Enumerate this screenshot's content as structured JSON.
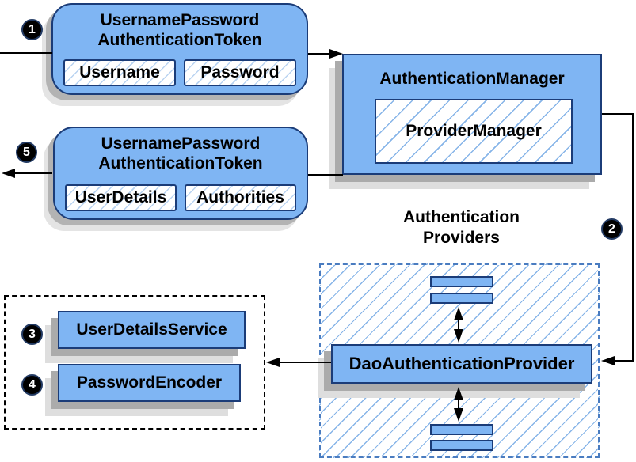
{
  "diagram": {
    "step_labels": [
      "1",
      "2",
      "3",
      "4",
      "5"
    ],
    "request_token": {
      "title_line1": "UsernamePassword",
      "title_line2": "AuthenticationToken",
      "fields": [
        "Username",
        "Password"
      ]
    },
    "authentication_manager": {
      "title": "AuthenticationManager",
      "inner_label": "ProviderManager"
    },
    "response_token": {
      "title_line1": "UsernamePassword",
      "title_line2": "AuthenticationToken",
      "fields": [
        "UserDetails",
        "Authorities"
      ]
    },
    "providers": {
      "label_line1": "Authentication",
      "label_line2": "Providers",
      "main_provider": "DaoAuthenticationProvider"
    },
    "services": {
      "items": [
        "UserDetailsService",
        "PasswordEncoder"
      ]
    }
  },
  "colors": {
    "node_fill": "#7fb5f3",
    "node_border": "#1b3c78",
    "hatch_line": "#86b4e8",
    "hatch_line_light": "#b9d3f1",
    "dashed_border_blue": "#4a7cc0",
    "dashed_border_black": "#000000",
    "shadow": "#ababab",
    "shadow_light": "#dedede",
    "arrow": "#000000",
    "badge_bg": "#000000",
    "badge_text": "#ffffff"
  }
}
